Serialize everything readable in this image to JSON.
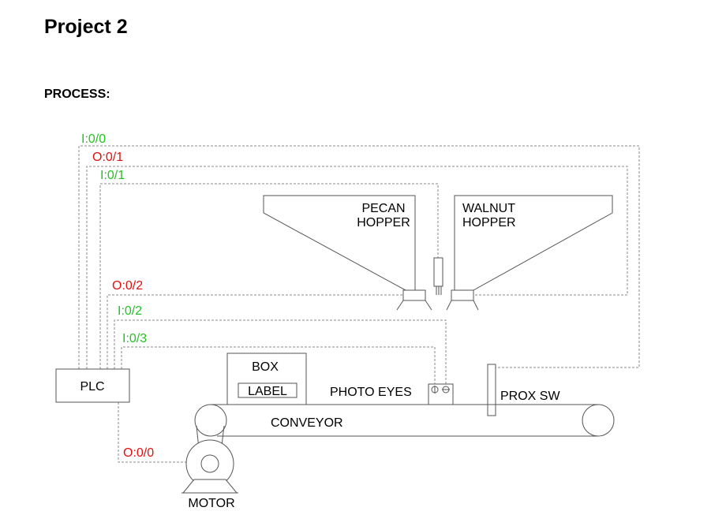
{
  "document": {
    "title": "Project 2",
    "section_heading": "PROCESS:"
  },
  "colors": {
    "input_signal": "#22c322",
    "output_signal": "#e01010",
    "wire": "#8a8a8a",
    "line": "#555555"
  },
  "signals": {
    "i00": "I:0/0",
    "o01": "O:0/1",
    "i01": "I:0/1",
    "o02": "O:0/2",
    "i02": "I:0/2",
    "i03": "I:0/3",
    "o00": "O:0/0"
  },
  "components": {
    "plc": "PLC",
    "box": "BOX",
    "label": "LABEL",
    "photo_eyes": "PHOTO EYES",
    "prox_sw": "PROX SW",
    "conveyor": "CONVEYOR",
    "motor": "MOTOR",
    "pecan_hopper": [
      "PECAN",
      "HOPPER"
    ],
    "walnut_hopper": [
      "WALNUT",
      "HOPPER"
    ]
  }
}
